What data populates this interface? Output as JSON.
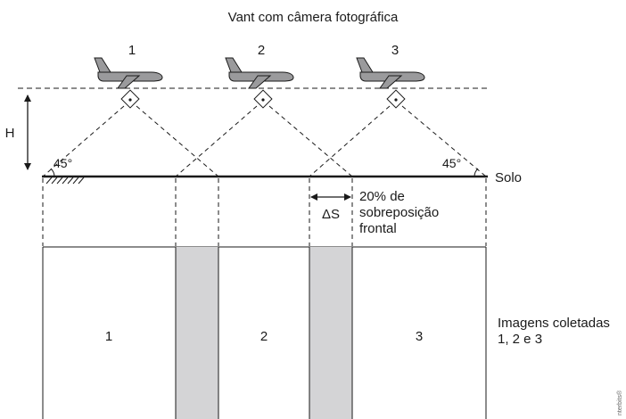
{
  "title": "Vant com câmera fotográfica",
  "planes": [
    {
      "label": "1"
    },
    {
      "label": "2"
    },
    {
      "label": "3"
    }
  ],
  "height_label": "H",
  "angle_left": "45°",
  "angle_right": "45°",
  "ground_label": "Solo",
  "delta_label": "ΔS",
  "overlap_note": {
    "line1": "20% de",
    "line2": "sobreposição",
    "line3": "frontal"
  },
  "images": [
    {
      "label": "1"
    },
    {
      "label": "2"
    },
    {
      "label": "3"
    }
  ],
  "images_note": {
    "line1": "Imagens coletadas",
    "line2": "1, 2 e 3"
  },
  "credit": "nterbits®",
  "colors": {
    "line": "#1a1a1a",
    "overlap_fill": "#d4d4d6",
    "plane_fill": "#9a9a9c"
  }
}
